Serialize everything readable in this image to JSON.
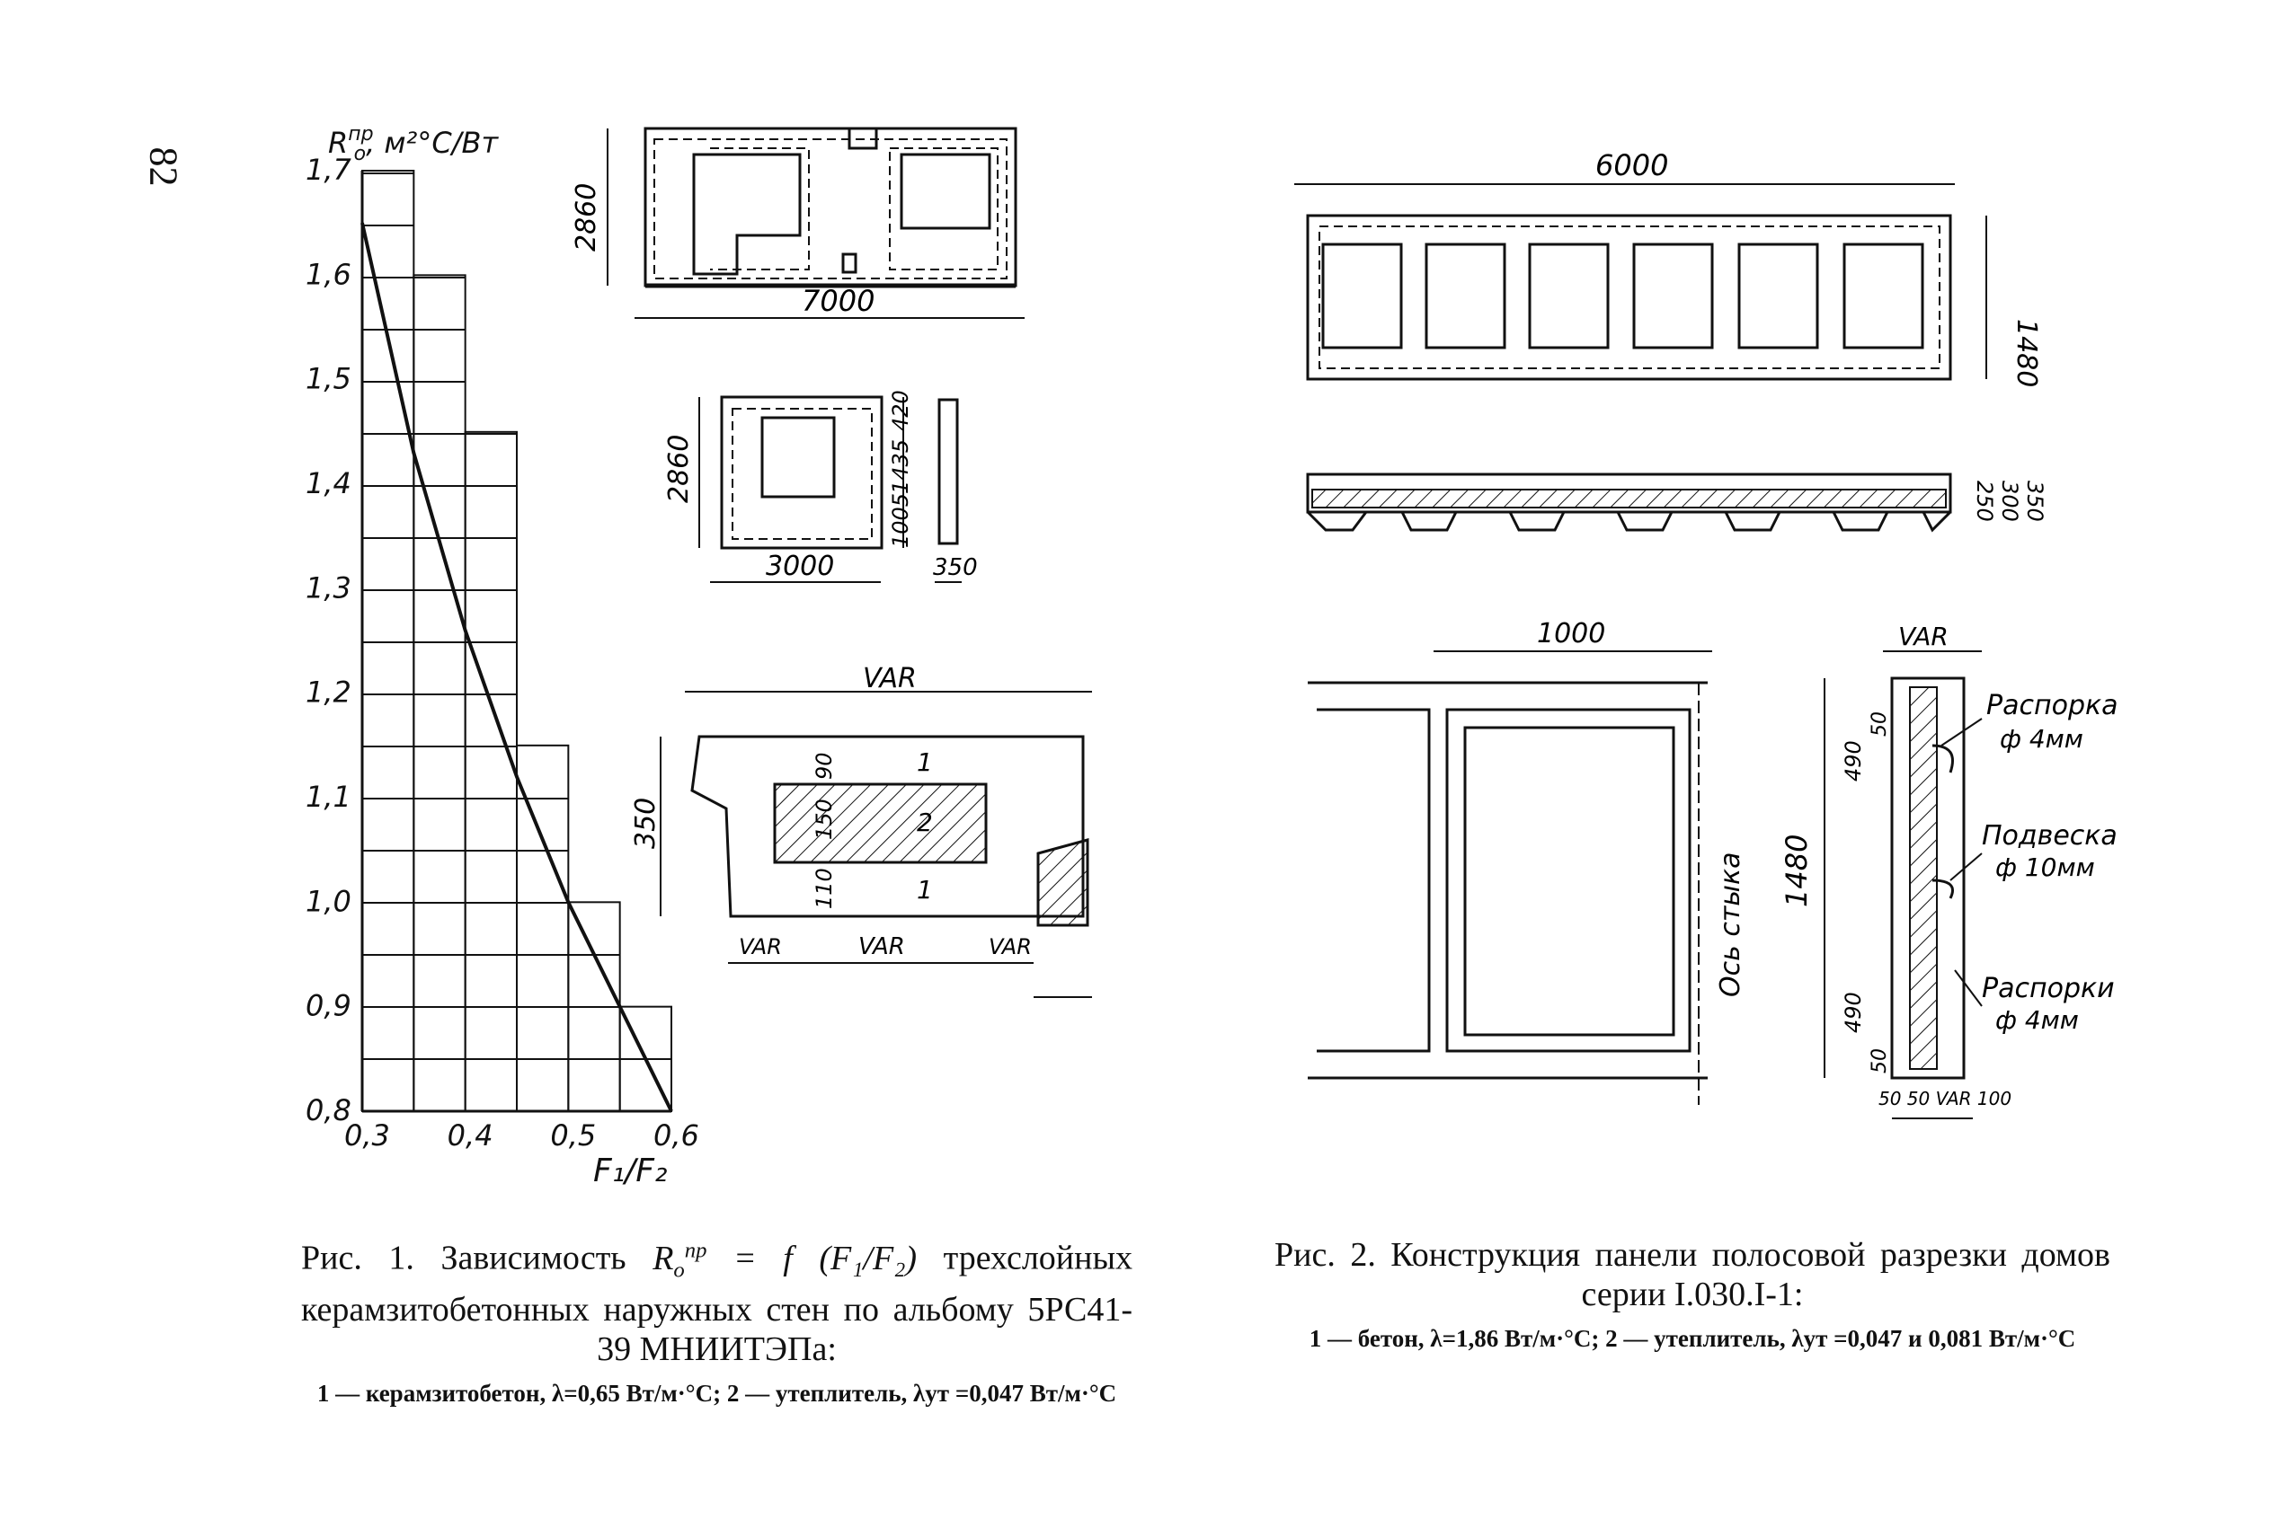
{
  "page_number": "82",
  "fig1": {
    "caption_prefix": "Рис. 1. Зависимость",
    "caption_formula_R": "R",
    "caption_formula_sub": "о",
    "caption_formula_sup": "пр",
    "caption_formula_rest": "= f (F₁/F₂)",
    "caption_tail": "трехслойных керамзитобетонных наружных стен по альбому 5РС41-39 МНИИТЭПа:",
    "legend_1": "1 — керамзитобетон, λ=0,65 Вт/м·°С;",
    "legend_2": "2 — утеплитель,",
    "legend_3": "λут =0,047 Вт/м·°С",
    "y_axis_label": "R",
    "y_axis_label_sup": "пр",
    "y_axis_label_sub": "о",
    "y_axis_label_units": ", м²°С/Вт",
    "x_axis_label": "F₁/F₂",
    "drawing_labels": {
      "panel1_height": "2860",
      "panel1_width": "7000",
      "panel2_height": "2860",
      "panel2_width": "3000",
      "panel2_dim_a": "420",
      "panel2_dim_b": "1435",
      "panel2_dim_c": "1005",
      "panel2_section_width": "350",
      "section_var_top": "VAR",
      "section_height": "350",
      "section_d1": "90",
      "section_d2": "150",
      "section_d3": "110",
      "layer1": "1",
      "layer2": "2",
      "layer1b": "1",
      "var_a": "VAR",
      "var_b": "VAR",
      "var_c": "VAR"
    }
  },
  "chart_data": {
    "type": "line",
    "xlabel": "F₁/F₂",
    "ylabel": "R о пр, м²°С/Вт",
    "xlim": [
      0.3,
      0.6
    ],
    "ylim": [
      0.8,
      1.7
    ],
    "x_ticks": [
      "0,3",
      "0,4",
      "0,5",
      "0,6"
    ],
    "y_ticks": [
      "0,8",
      "0,9",
      "1,0",
      "1,1",
      "1,2",
      "1,3",
      "1,4",
      "1,5",
      "1,6",
      "1,7"
    ],
    "series": [
      {
        "x": [
          0.3,
          0.35,
          0.4,
          0.45,
          0.5,
          0.55,
          0.6
        ],
        "y": [
          1.65,
          1.43,
          1.26,
          1.12,
          1.0,
          0.9,
          0.8
        ]
      }
    ]
  },
  "fig2": {
    "caption": "Рис. 2. Конструкция панели полосовой разрезки домов серии I.030.I-1:",
    "legend_1": "1 — бетон, λ=1,86 Вт/м·°С; 2 — утеплитель, λут =0,047 и",
    "legend_2": "0,081 Вт/м·°С",
    "drawing_labels": {
      "panel_width": "6000",
      "panel_height": "1480",
      "sec_a": "250",
      "sec_b": "300",
      "sec_c": "350",
      "detail_width": "1000",
      "axis_joint": "Ось стыка",
      "det_var": "VAR",
      "det_height": "1480",
      "det_490a": "490",
      "det_50a": "50",
      "det_490b": "490",
      "det_50b": "50",
      "det_bottom": "50 50 VAR 100",
      "note_1": "Распорка",
      "note_1b": "ф 4мм",
      "note_2": "Подвеска",
      "note_2b": "ф 10мм",
      "note_3": "Распорки",
      "note_3b": "ф 4мм"
    }
  }
}
